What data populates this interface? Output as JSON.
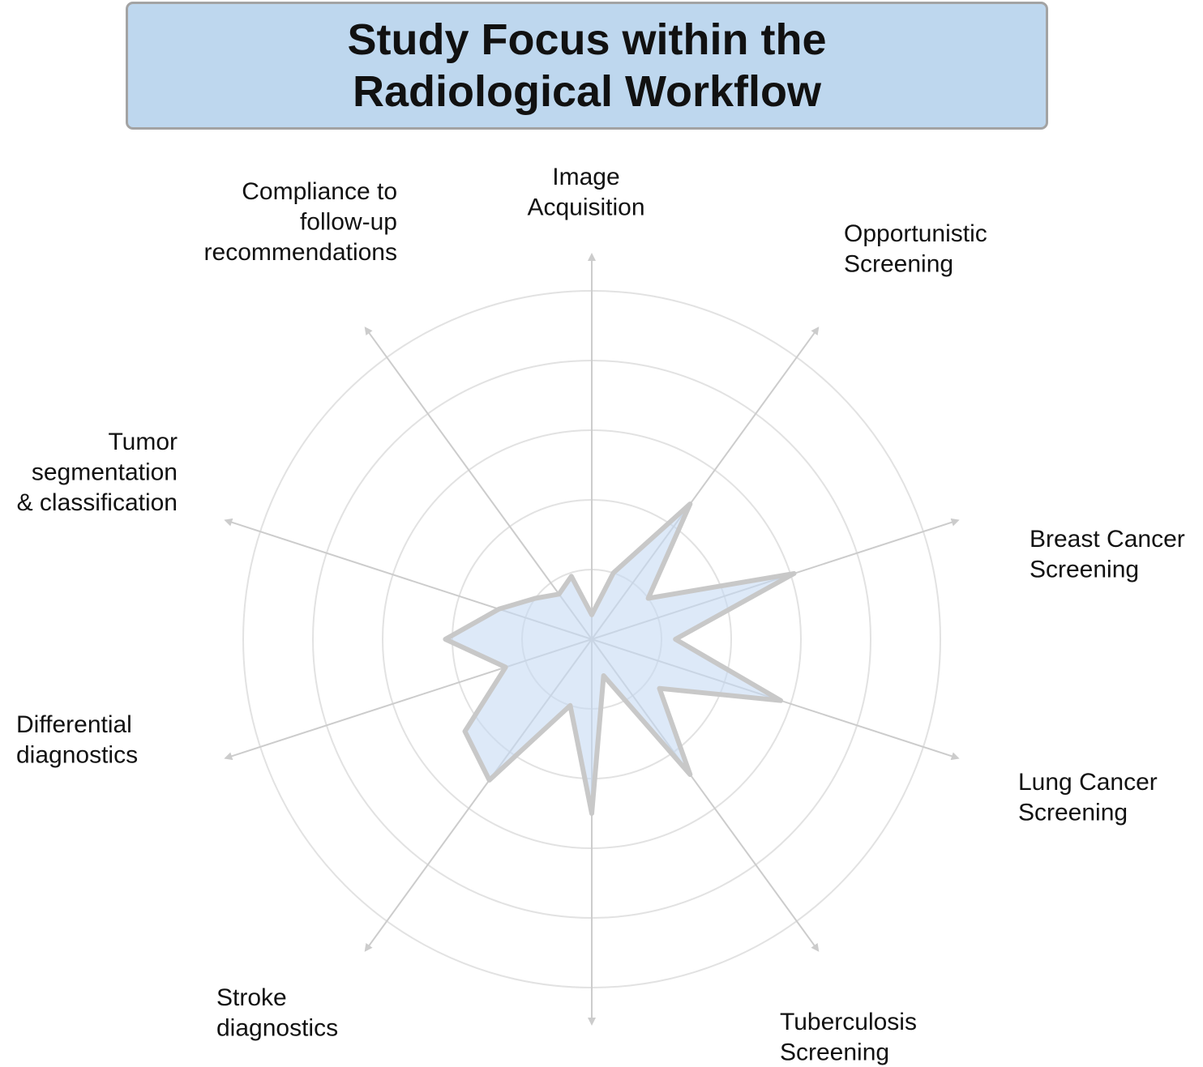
{
  "title": [
    "Study Focus within the",
    "Radiological Workflow"
  ],
  "colors": {
    "title_bg": "#bed7ee",
    "title_border": "#a3a3a3",
    "area_fill": "#c6dbf3",
    "area_stroke": "#c8c8c8",
    "grid": "#e2e2e2",
    "axis": "#cccccc"
  },
  "chart_data": {
    "type": "radar",
    "grid": true,
    "rings": 5,
    "categories": [
      [
        "Image",
        "Acquisition"
      ],
      [
        "Opportunistic",
        "Screening"
      ],
      [
        "Breast Cancer",
        "Screening"
      ],
      [
        "Lung Cancer",
        "Screening"
      ],
      [
        "Tuberculosis",
        "Screening"
      ],
      [],
      [
        "Stroke",
        "diagnostics"
      ],
      [
        "Differential",
        "diagnostics"
      ],
      [
        "Tumor",
        "segmentation",
        "& classification"
      ],
      [
        "Compliance to",
        "follow-up",
        "recommendations"
      ]
    ],
    "values": [
      0.35,
      1.0,
      2.4,
      1.0,
      3.05,
      1.2,
      2.85,
      1.2,
      2.4,
      0.55,
      2.5,
      1.0,
      2.5,
      2.25,
      1.3,
      2.1,
      1.4,
      1.0,
      0.8,
      0.95
    ],
    "range": [
      0,
      5
    ]
  }
}
